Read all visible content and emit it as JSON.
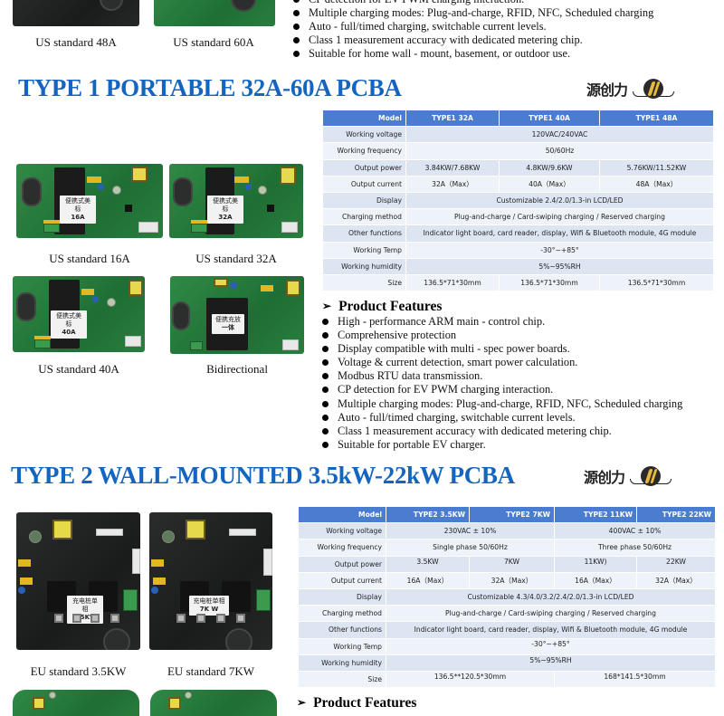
{
  "top_section": {
    "images": [
      {
        "caption": "US standard 48A",
        "board_color": "black"
      },
      {
        "caption": "US standard 60A",
        "board_color": "green"
      }
    ],
    "features_partial": [
      "CP detection for EV PWM charging interaction.",
      "Multiple charging modes: Plug-and-charge, RFID, NFC, Scheduled charging",
      "Auto - full/timed charging, switchable current levels.",
      "Class 1 measurement accuracy with dedicated metering chip.",
      "Suitable for home wall - mount, basement, or outdoor use."
    ]
  },
  "type1": {
    "title": "TYPE 1 PORTABLE 32A-60A PCBA",
    "brand": {
      "cn": "源创力",
      "icon": "ycl-logo-icon"
    },
    "images": [
      {
        "caption": "US standard 16A",
        "label_cn": "便携式美标",
        "label_value": "16A"
      },
      {
        "caption": "US standard 32A",
        "label_cn": "便携式美标",
        "label_value": "32A"
      },
      {
        "caption": "US standard 40A",
        "label_cn": "便携式美标",
        "label_value": "40A"
      },
      {
        "caption": "Bidirectional",
        "label_cn": "便携充放",
        "label_value": "一体"
      }
    ],
    "spec_table": {
      "header": {
        "label": "Model",
        "columns": [
          "TYPE1 32A",
          "TYPE1 40A",
          "TYPE1 48A"
        ]
      },
      "rows": [
        {
          "label": "Working voltage",
          "value": "120VAC/240VAC"
        },
        {
          "label": "Working frequency",
          "value": "50/60Hz"
        },
        {
          "label": "Output power",
          "values": [
            "3.84KW/7.68KW",
            "4.8KW/9.6KW",
            "5.76KW/11.52KW"
          ]
        },
        {
          "label": "Output current",
          "values": [
            "32A（Max）",
            "40A（Max）",
            "48A（Max）"
          ]
        },
        {
          "label": "Display",
          "value": "Customizable 2.4/2.0/1.3-in LCD/LED"
        },
        {
          "label": "Charging method",
          "value": "Plug-and-charge / Card-swiping charging / Reserved charging"
        },
        {
          "label": "Other functions",
          "value": "Indicator light board, card reader, display, Wifi & Bluetooth module, 4G module"
        },
        {
          "label": "Working Temp",
          "value": "-30°~+85°"
        },
        {
          "label": "Working humidity",
          "value": "5%~95%RH"
        },
        {
          "label": "Size",
          "values": [
            "136.5*71*30mm",
            "136.5*71*30mm",
            "136.5*71*30mm"
          ]
        }
      ]
    },
    "features": {
      "heading": "Product Features",
      "items": [
        "High - performance ARM main - control chip.",
        "Comprehensive protection",
        "Display compatible with multi - spec power boards.",
        "Voltage & current detection, smart power calculation.",
        "Modbus RTU data transmission.",
        "CP detection for EV PWM charging interaction.",
        "Multiple charging modes: Plug-and-charge, RFID, NFC, Scheduled charging",
        "Auto - full/timed charging, switchable current levels.",
        "Class 1 measurement accuracy with dedicated metering chip.",
        "Suitable for portable EV charger."
      ]
    }
  },
  "type2": {
    "title": "TYPE 2 WALL-MOUNTED 3.5kW-22kW PCBA",
    "brand": {
      "cn": "源创力",
      "icon": "ycl-logo-icon"
    },
    "images": [
      {
        "caption": "EU standard 3.5KW",
        "label_cn": "充电桩单相",
        "label_value": "3.5KW"
      },
      {
        "caption": "EU standard 7KW",
        "label_cn": "充电桩单相",
        "label_value": "7K W"
      }
    ],
    "spec_table": {
      "header": {
        "label": "Model",
        "columns": [
          "TYPE2 3.5KW",
          "TYPE2 7KW",
          "TYPE2 11KW",
          "TYPE2 22KW"
        ]
      },
      "rows": [
        {
          "label": "Working voltage",
          "groups": [
            "230VAC ± 10%",
            "400VAC ± 10%"
          ]
        },
        {
          "label": "Working frequency",
          "groups": [
            "Single phase  50/60Hz",
            "Three phase  50/60Hz"
          ]
        },
        {
          "label": "Output power",
          "values": [
            "3.5KW",
            "7KW",
            "11KW)",
            "22KW"
          ]
        },
        {
          "label": "Output current",
          "values": [
            "16A（Max）",
            "32A（Max）",
            "16A（Max）",
            "32A（Max）"
          ]
        },
        {
          "label": "Display",
          "value": "Customizable 4.3/4.0/3.2/2.4/2.0/1.3-in LCD/LED"
        },
        {
          "label": "Charging method",
          "value": "Plug-and-charge / Card-swiping charging / Reserved charging"
        },
        {
          "label": "Other functions",
          "value": "Indicator light board, card reader, display, Wifi & Bluetooth module, 4G module"
        },
        {
          "label": "Working Temp",
          "value": "-30°~+85°"
        },
        {
          "label": "Working humidity",
          "value": "5%~95%RH"
        },
        {
          "label": "Size",
          "groups": [
            "136.5**120.5*30mm",
            "168*141.5*30mm"
          ]
        }
      ]
    },
    "features": {
      "heading": "Product Features"
    }
  },
  "colors": {
    "title_blue": "#1565c0",
    "table_header": "#4a7dd0",
    "row_dark": "#dde5f3",
    "row_light": "#eef2f9"
  }
}
